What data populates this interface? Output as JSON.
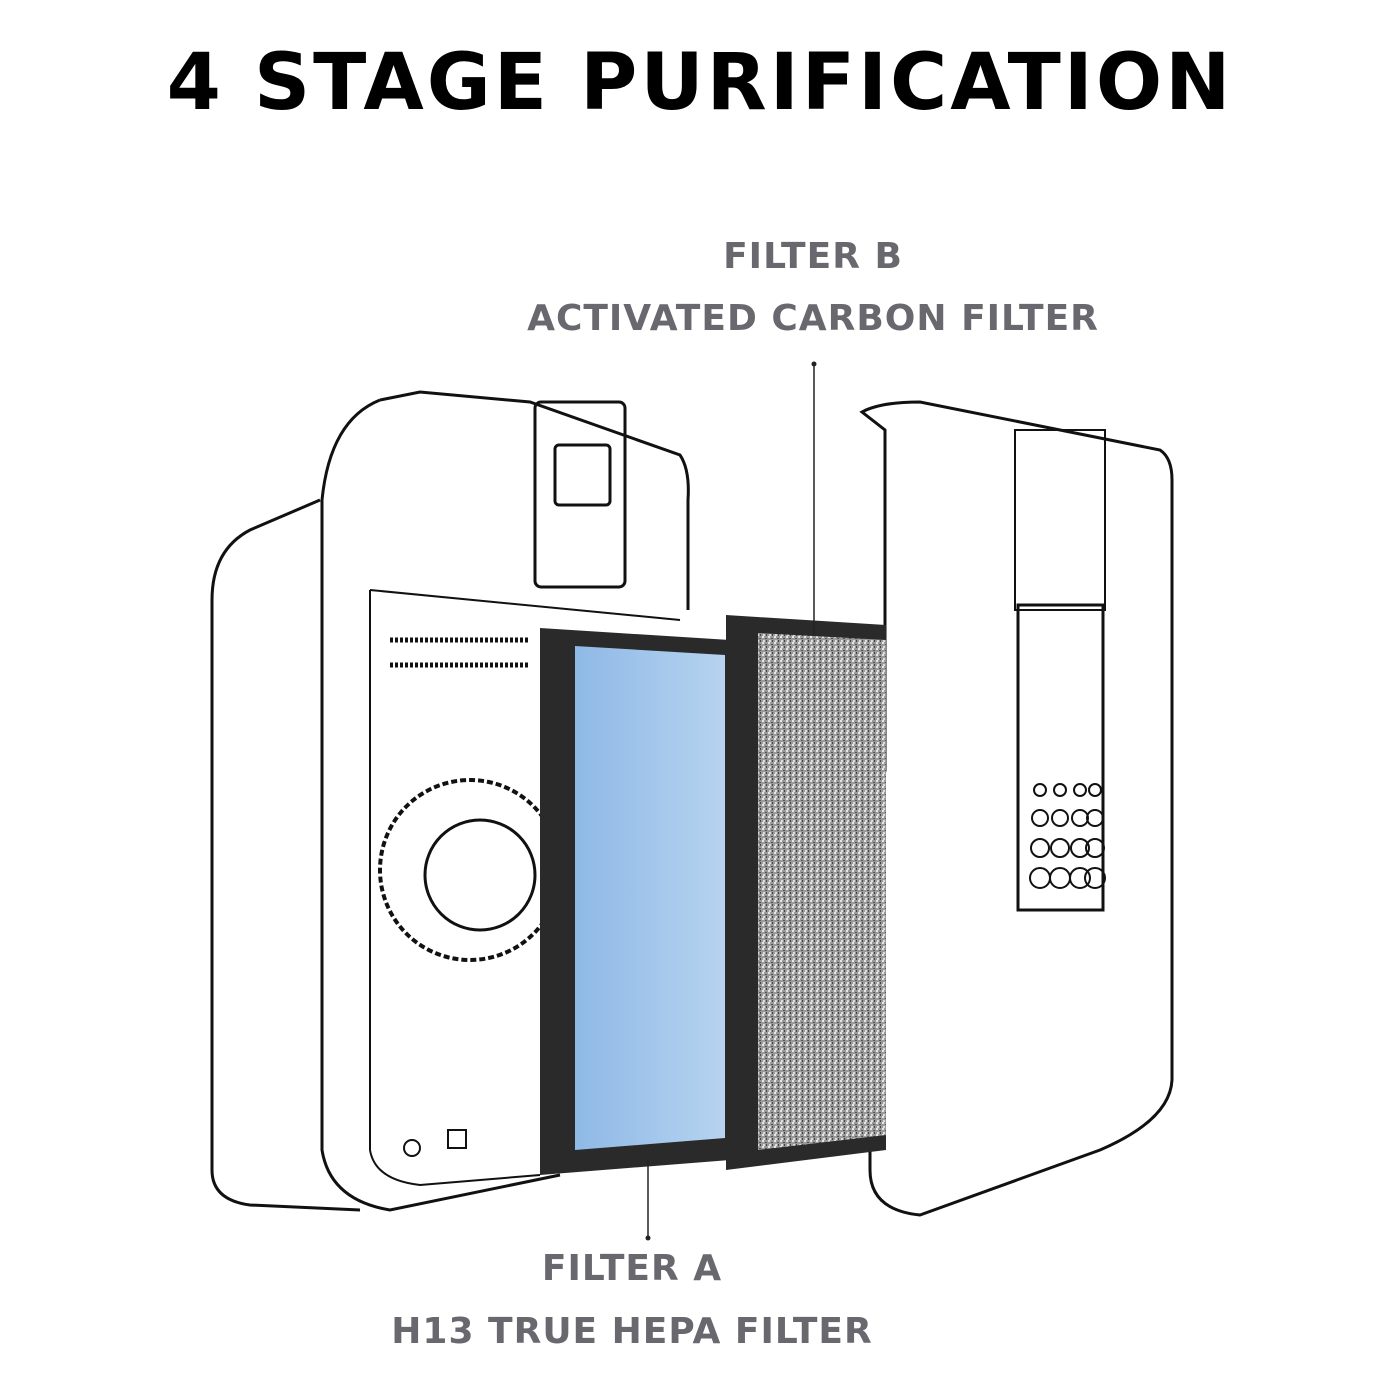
{
  "title": "4 STAGE PURIFICATION",
  "labels": {
    "filter_b_name": "FILTER B",
    "filter_b_type": "ACTIVATED CARBON FILTER",
    "filter_a_name": "FILTER A",
    "filter_a_type": "H13 TRUE HEPA FILTER"
  },
  "colors": {
    "label": "#68686e",
    "hepa": "#9dc3ea",
    "carbon": "#8a8a8a",
    "frame": "#2a2a2a"
  }
}
